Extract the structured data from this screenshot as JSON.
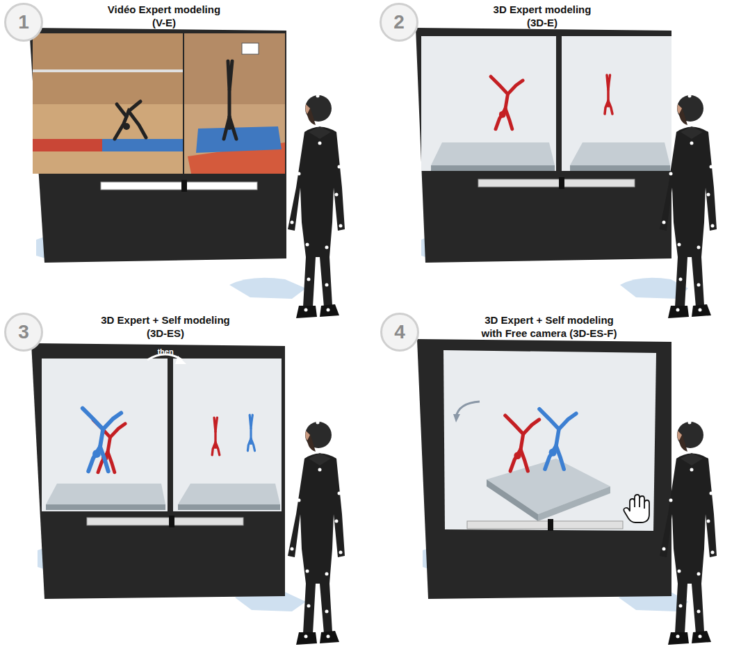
{
  "diagram": {
    "nodes": [
      {
        "text": [
          "1"
        ]
      },
      {
        "text": [
          "2"
        ]
      },
      {
        "text": [
          "3"
        ]
      },
      {
        "text": [
          "4"
        ]
      }
    ],
    "labels": [
      "Vidéo Expert modeling",
      "(V-E)",
      "3D Expert modeling",
      "(3D-E)",
      "3D Expert + Self modeling",
      "(3D-ES)",
      "then",
      "3D Expert + Self modeling",
      "with Free camera (3D-ES-F)"
    ]
  }
}
